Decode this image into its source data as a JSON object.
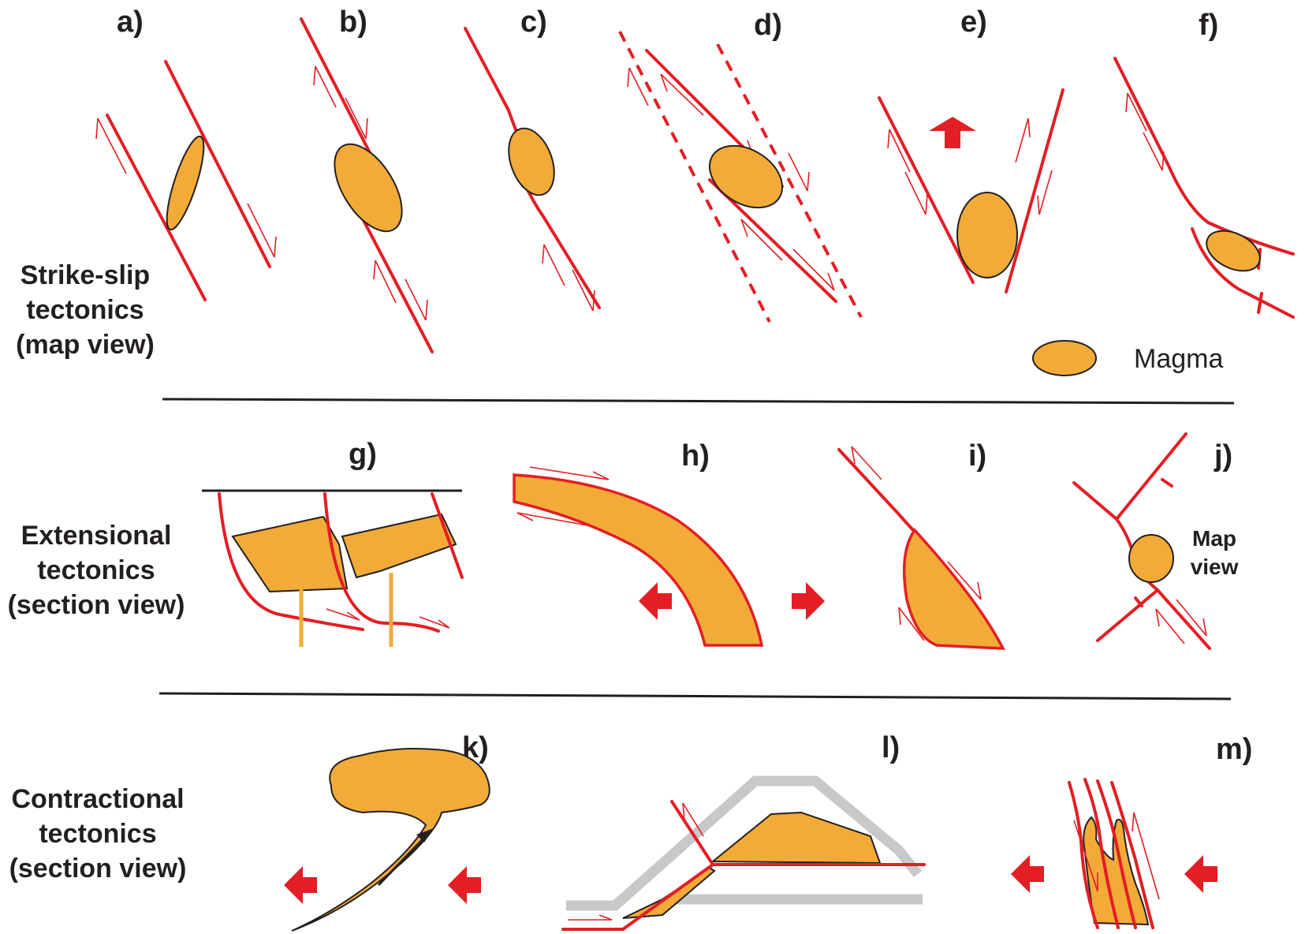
{
  "panels": {
    "a": "a)",
    "b": "b)",
    "c": "c)",
    "d": "d)",
    "e": "e)",
    "f": "f)",
    "g": "g)",
    "h": "h)",
    "i": "i)",
    "j": "j)",
    "k": "k)",
    "l": "l)",
    "m": "m)"
  },
  "rows": {
    "strike_slip": [
      "Strike-slip",
      "tectonics",
      "(map view)"
    ],
    "extensional": [
      "Extensional",
      "tectonics",
      "(section view)"
    ],
    "contractional": [
      "Contractional",
      "tectonics",
      "(section view)"
    ]
  },
  "legend": {
    "magma": "Magma"
  },
  "panel_j_note": [
    "Map",
    "view"
  ],
  "colors": {
    "fault": "#e31e24",
    "magma": "#f2ab38",
    "outline": "#231f20",
    "strata": "#c7c8ca"
  }
}
